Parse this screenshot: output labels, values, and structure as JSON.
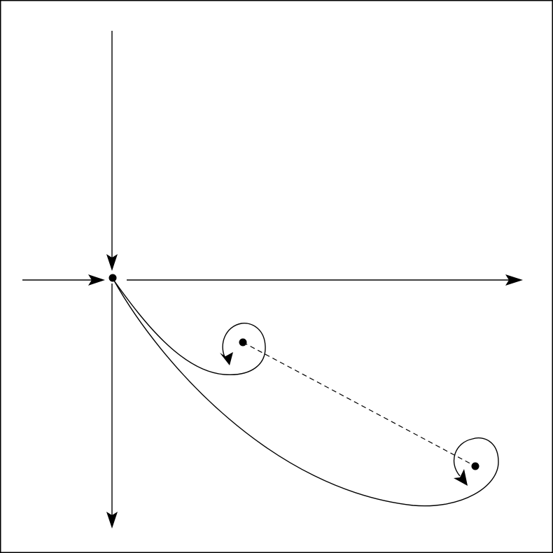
{
  "diagram": {
    "colors": {
      "stroke": "#000000",
      "background": "#ffffff"
    },
    "elements": [
      "saddle-point",
      "focus-point-inner",
      "focus-point-outer",
      "horizontal-incoming-axis",
      "horizontal-outgoing-axis",
      "vertical-incoming-axis",
      "vertical-outgoing-axis",
      "inner-spiral-trajectory",
      "outer-spiral-trajectory",
      "dashed-connector"
    ]
  }
}
